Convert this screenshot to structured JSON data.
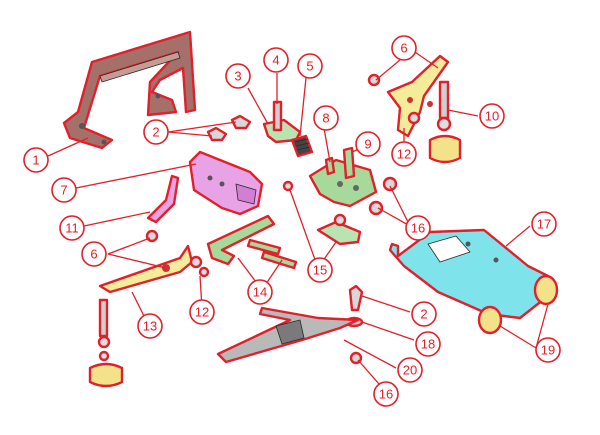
{
  "callouts": {
    "c1": "1",
    "c2a": "2",
    "c2b": "2",
    "c3": "3",
    "c4": "4",
    "c5": "5",
    "c6a": "6",
    "c6b": "6",
    "c7": "7",
    "c8": "8",
    "c9": "9",
    "c10": "10",
    "c11": "11",
    "c12a": "12",
    "c12b": "12",
    "c13": "13",
    "c14": "14",
    "c15": "15",
    "c16a": "16",
    "c16b": "16",
    "c17": "17",
    "c18": "18",
    "c19": "19",
    "c20": "20"
  },
  "colors": {
    "outline": "#e2202b",
    "frame_brown": "#a5706a",
    "housing_pink": "#e7a3e6",
    "bracket_green": "#a6d99a",
    "arm_yellow": "#f3ec9a",
    "base_cyan": "#7fe3ec",
    "rod_gray": "#b9b9b9",
    "foot_yellow": "#f4e28a"
  }
}
